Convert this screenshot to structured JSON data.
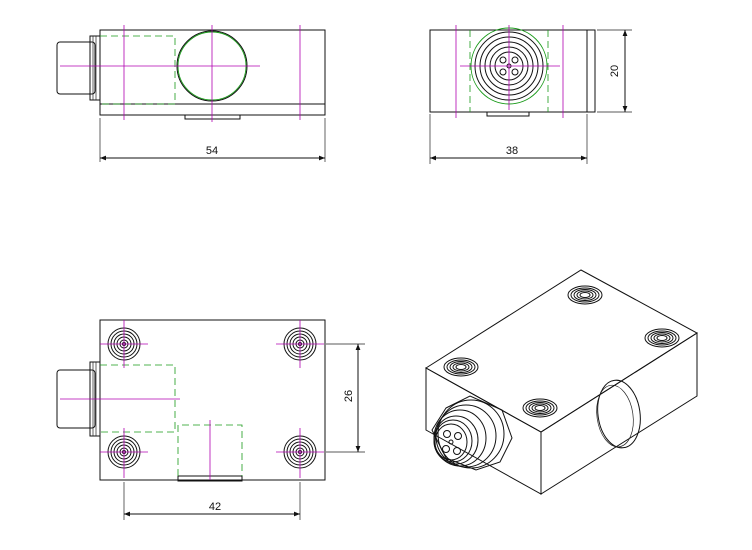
{
  "drawing": {
    "dimensions": {
      "front_width": "54",
      "side_width": "38",
      "side_height": "20",
      "top_height": "26",
      "top_hole_spacing": "42"
    }
  }
}
